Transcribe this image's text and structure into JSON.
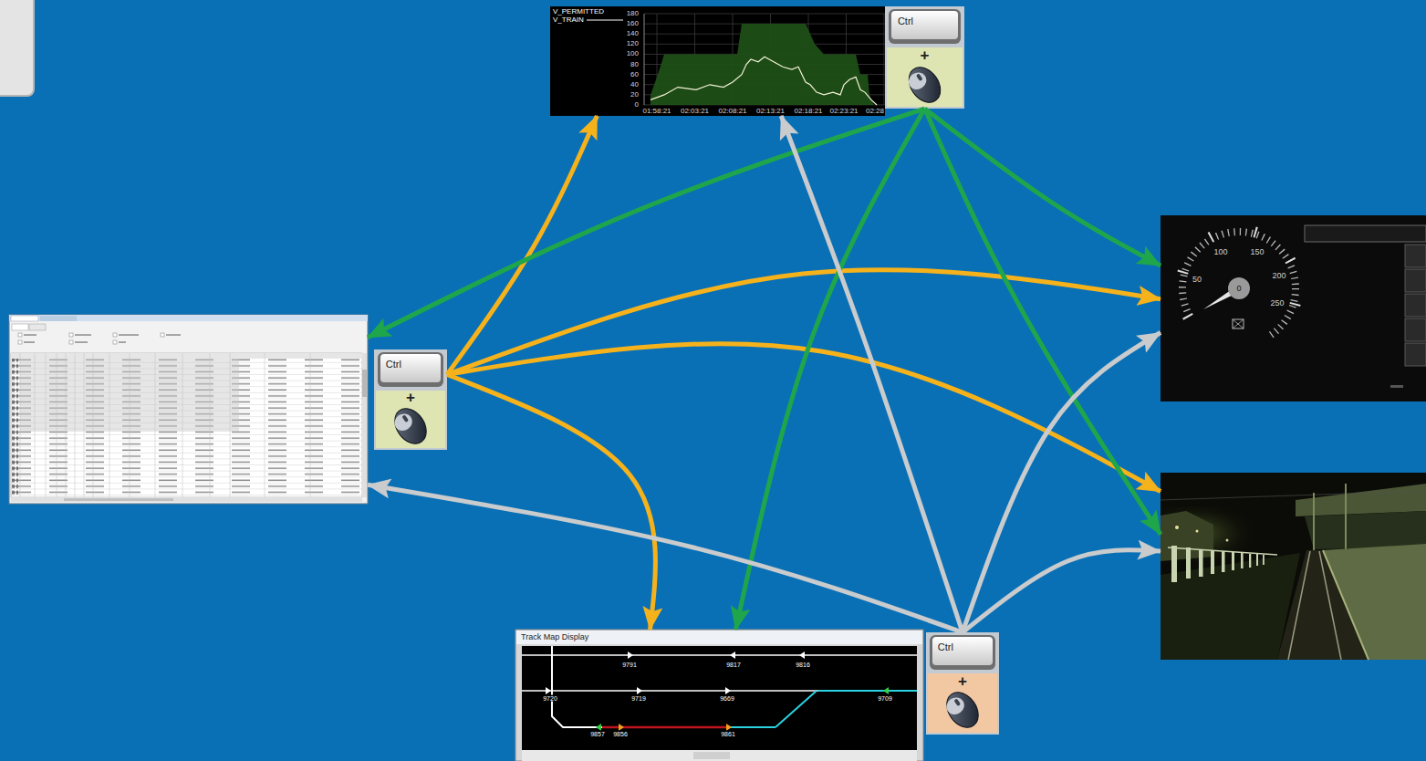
{
  "diagram": {
    "nodes": [
      {
        "text": [
          "V_PERMITTED",
          "V_TRAIN",
          "180",
          "160",
          "140",
          "120",
          "100",
          "80",
          "60",
          "40",
          "20",
          "0",
          "01:58:21",
          "02:03:21",
          "02:08:21",
          "02:13:21",
          "02:18:21",
          "02:23:21",
          "02:28"
        ]
      },
      {
        "text": [
          "Ctrl",
          "+"
        ]
      },
      {
        "text": [
          "100",
          "150",
          "50",
          "200",
          "250",
          "0"
        ]
      },
      {
        "text": []
      },
      {
        "text": [
          "Ctrl",
          "+"
        ]
      },
      {
        "text": []
      },
      {
        "text": [
          "Track Map Display",
          "9791",
          "9817",
          "9816",
          "9720",
          "9719",
          "9669",
          "9709",
          "9857",
          "9856",
          "9861"
        ]
      },
      {
        "text": [
          "Ctrl",
          "+"
        ]
      }
    ],
    "edges": [
      {
        "from": 4,
        "to": 0,
        "arrow": "to"
      },
      {
        "from": 4,
        "to": 2,
        "arrow": "to"
      },
      {
        "from": 4,
        "to": 5,
        "arrow": "to"
      },
      {
        "from": 4,
        "to": 6,
        "arrow": "to"
      },
      {
        "from": 1,
        "to": 3,
        "arrow": "to"
      },
      {
        "from": 1,
        "to": 2,
        "arrow": "to"
      },
      {
        "from": 1,
        "to": 5,
        "arrow": "to"
      },
      {
        "from": 1,
        "to": 6,
        "arrow": "to"
      },
      {
        "from": 7,
        "to": 0,
        "arrow": "to"
      },
      {
        "from": 7,
        "to": 2,
        "arrow": "to"
      },
      {
        "from": 7,
        "to": 5,
        "arrow": "to"
      },
      {
        "from": 7,
        "to": 3,
        "arrow": "to"
      }
    ]
  }
}
